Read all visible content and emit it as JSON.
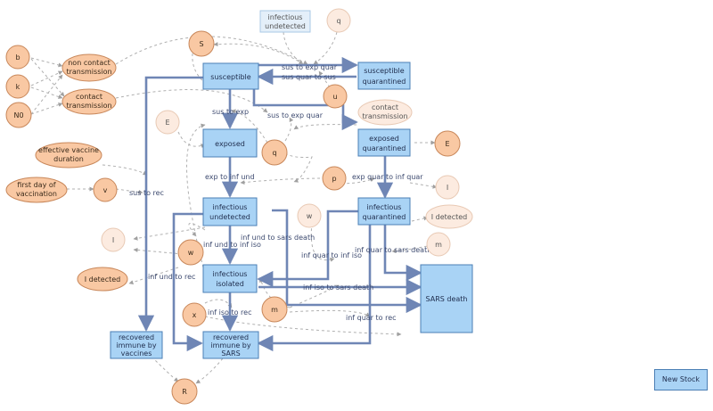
{
  "stocks": {
    "susceptible": "susceptible",
    "susceptible_quarantined": [
      "susceptible",
      "quarantined"
    ],
    "exposed": "exposed",
    "exposed_quarantined": [
      "exposed",
      "quarantined"
    ],
    "infectious_undetected": [
      "infectious",
      "undetected"
    ],
    "infectious_quarantined": [
      "infectious",
      "quarantined"
    ],
    "infectious_isolated": [
      "infectious",
      "isolated"
    ],
    "sars_death": "SARS death",
    "recovered_vaccines": [
      "recovered",
      "immune by",
      "vaccines"
    ],
    "recovered_sars": [
      "recovered",
      "immune by",
      "SARS"
    ]
  },
  "ghost_stock": [
    "infectious",
    "undetected"
  ],
  "variables": {
    "b": "b",
    "k": "k",
    "n0": "N0",
    "non_contact_transmission": [
      "non contact",
      "transmission"
    ],
    "contact_transmission": [
      "contact",
      "transmission"
    ],
    "effective_vaccine_duration": [
      "effective vaccine",
      "duration"
    ],
    "first_day_of_vaccination": [
      "first day of",
      "vaccination"
    ],
    "v": "v",
    "s": "S",
    "u": "u",
    "q": "q",
    "w": "w",
    "m": "m",
    "x": "x",
    "p": "p",
    "e_exposed_q": "E",
    "i_detected": "I detected",
    "r": "R"
  },
  "ghost_variables": {
    "q": "q",
    "e": "E",
    "contact_transmission": [
      "contact",
      "transmission"
    ],
    "i": "I",
    "w": "w",
    "i_detected": "I detected",
    "m": "m"
  },
  "flows": {
    "sus_to_exp_quar_a": "sus to exp quar",
    "sus_quar_to_sus": "sus quar to sus",
    "sus_to_exp": "sus to exp",
    "sus_to_exp_quar": "sus to exp quar",
    "exp_to_inf_und": "exp to inf und",
    "exp_quar_to_inf_quar": "exp quar to inf quar",
    "sus_to_rec": "sus to rec",
    "inf_und_to_sars_death": "inf und to sars death",
    "inf_und_to_inf_iso": "inf und to inf iso",
    "inf_quar_to_inf_iso": "inf quar to inf iso",
    "inf_quar_to_sars_death": "inf quar to sars death",
    "inf_und_to_rec": "inf und to rec",
    "inf_iso_to_sars_death": "inf iso to sars death",
    "inf_iso_to_rec": "inf iso to rec",
    "inf_quar_to_rec": "inf quar to rec"
  },
  "toolbar": {
    "new_stock": "New Stock"
  },
  "colors": {
    "stock_fill": "#a9d3f5",
    "stock_border": "#4b7fb5",
    "var_fill": "#f9c8a3",
    "var_border": "#c8875a",
    "flow": "#6f86b5"
  }
}
